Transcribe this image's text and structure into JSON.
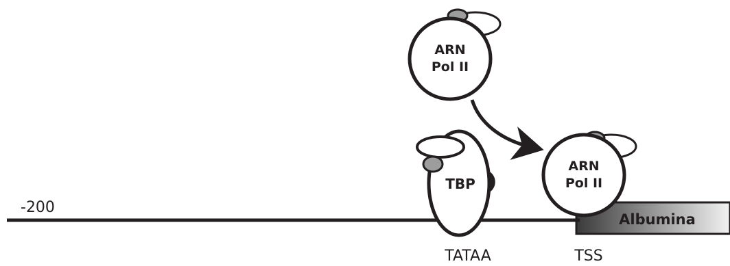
{
  "diagram": {
    "position_label": "-200",
    "tbp_label": "TBP",
    "polymerase_free": {
      "line1": "ARN",
      "line2": "Pol II"
    },
    "polymerase_bound": {
      "line1": "ARN",
      "line2": "Pol II"
    },
    "gene_label": "Albumina",
    "tataa_label": "TATAA",
    "tss_label": "TSS",
    "colors": {
      "stroke": "#231f20",
      "subunit_fill": "#9d9d9d",
      "gene_dark": "#3a3a3a",
      "gene_light": "#f2f2f2"
    }
  }
}
